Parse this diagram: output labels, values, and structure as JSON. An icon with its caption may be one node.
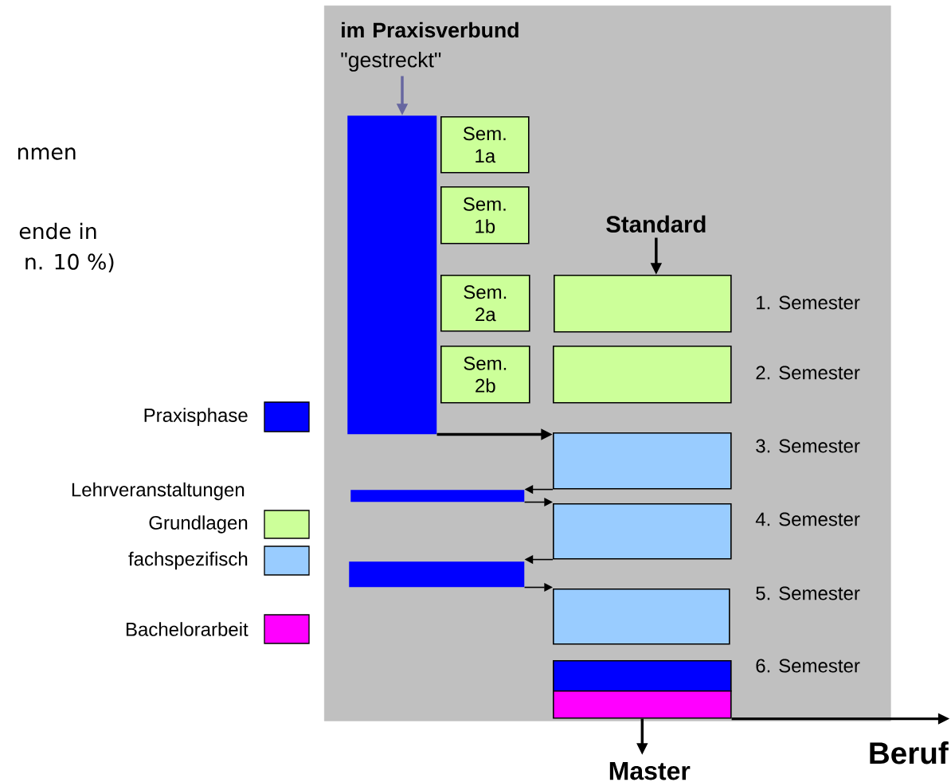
{
  "diagram": {
    "nodes": [
      {
        "text": [],
        "shape": "rectangle"
      },
      {
        "text": [
          "im Praxisverbund",
          "\"gestreckt\""
        ],
        "in": 0
      },
      {
        "text": [],
        "shape": "bar",
        "in": 0
      },
      {
        "text": [
          "Sem. 1a"
        ],
        "in": 0
      },
      {
        "text": [
          "Sem. 1b"
        ],
        "in": 0
      },
      {
        "text": [
          "Sem. 2a"
        ],
        "in": 0
      },
      {
        "text": [
          "Sem. 2b"
        ],
        "in": 0
      },
      {
        "text": [
          "Standard"
        ],
        "in": 0
      },
      {
        "text": [],
        "shape": "box",
        "in": 0,
        "beside": [
          "1. Semester"
        ]
      },
      {
        "text": [],
        "shape": "box",
        "in": 0,
        "beside": [
          "2. Semester"
        ]
      },
      {
        "text": [],
        "shape": "box",
        "in": 0,
        "beside": [
          "3. Semester"
        ]
      },
      {
        "text": [],
        "shape": "bar",
        "in": 0
      },
      {
        "text": [],
        "shape": "box",
        "in": 0,
        "beside": [
          "4. Semester"
        ]
      },
      {
        "text": [],
        "shape": "bar",
        "in": 0
      },
      {
        "text": [],
        "shape": "box",
        "in": 0,
        "beside": [
          "5. Semester"
        ]
      },
      {
        "text": [],
        "shape": "box",
        "in": 0,
        "beside": [
          "6. Semester"
        ]
      },
      {
        "text": [],
        "shape": "box",
        "in": 0
      },
      {
        "text": [
          "Master"
        ]
      },
      {
        "text": [
          "Beruf"
        ]
      }
    ],
    "edges": [
      {
        "from": 1,
        "to": 2,
        "arrow": "to",
        "color": "#6666a0"
      },
      {
        "from": 7,
        "to": 8,
        "arrow": "to"
      },
      {
        "from": 2,
        "to": 10,
        "arrow": "to"
      },
      {
        "from": 10,
        "to": 11,
        "arrow": "to"
      },
      {
        "from": 11,
        "to": 12,
        "arrow": "to"
      },
      {
        "from": 12,
        "to": 13,
        "arrow": "to"
      },
      {
        "from": 13,
        "to": 14,
        "arrow": "to"
      },
      {
        "from": 16,
        "to": 17,
        "arrow": "to"
      },
      {
        "from": 16,
        "to": 18,
        "arrow": "to"
      }
    ],
    "labels": [
      "nmen",
      "ende in",
      "n. 10 %)",
      "Lehrveranstaltungen"
    ],
    "legend": [
      {
        "text": "Praxisphase",
        "color": "#0000ff"
      },
      {
        "text": "Grundlagen",
        "color": "#ccff99"
      },
      {
        "text": "fachspezifisch",
        "color": "#99ccff"
      },
      {
        "text": "Bachelorarbeit",
        "color": "#ff00ff"
      }
    ]
  }
}
